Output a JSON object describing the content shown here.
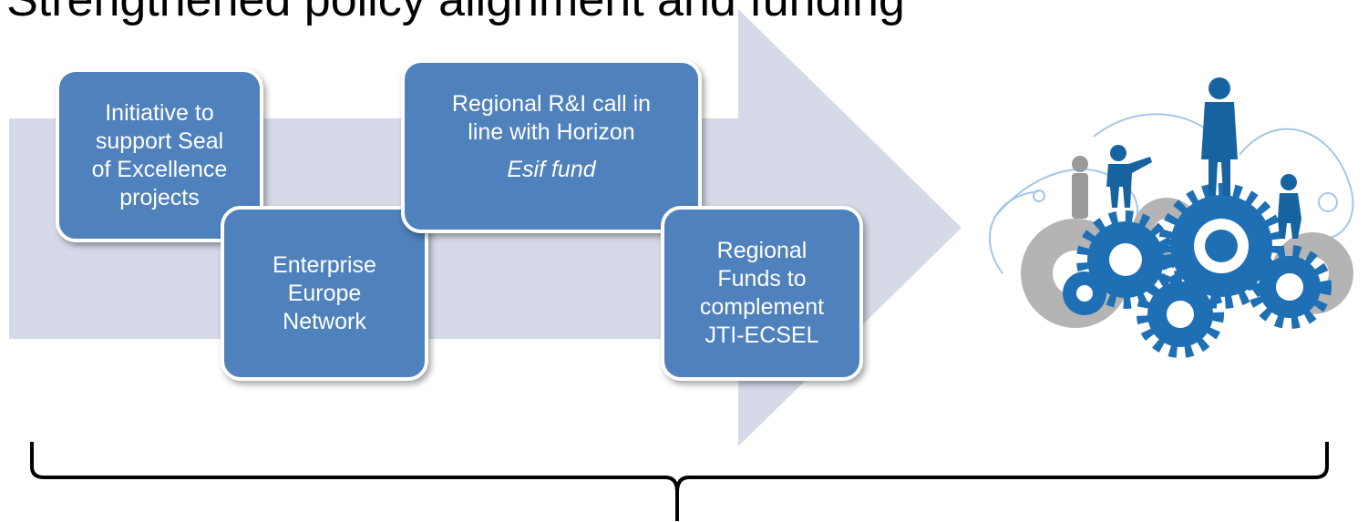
{
  "header": {
    "title": "Strengthened policy alignment and funding"
  },
  "steps": [
    {
      "lines": [
        "Initiative to",
        "support Seal",
        "of Excellence",
        "projects"
      ]
    },
    {
      "lines": [
        "Enterprise",
        "Europe",
        "Network"
      ]
    },
    {
      "lines": [
        "Regional R&I call in",
        "line with Horizon"
      ],
      "subline": "Esif  fund"
    },
    {
      "lines": [
        "Regional",
        "Funds to",
        "complement",
        "JTI-ECSEL"
      ]
    }
  ],
  "illustration": {
    "icon": "people-on-gears-illustration"
  },
  "colors": {
    "box_fill": "#4f81bd",
    "arrow_fill": "#d6dae8",
    "gear_blue": "#1f6fb5",
    "gear_grey": "#9a9a9a"
  }
}
